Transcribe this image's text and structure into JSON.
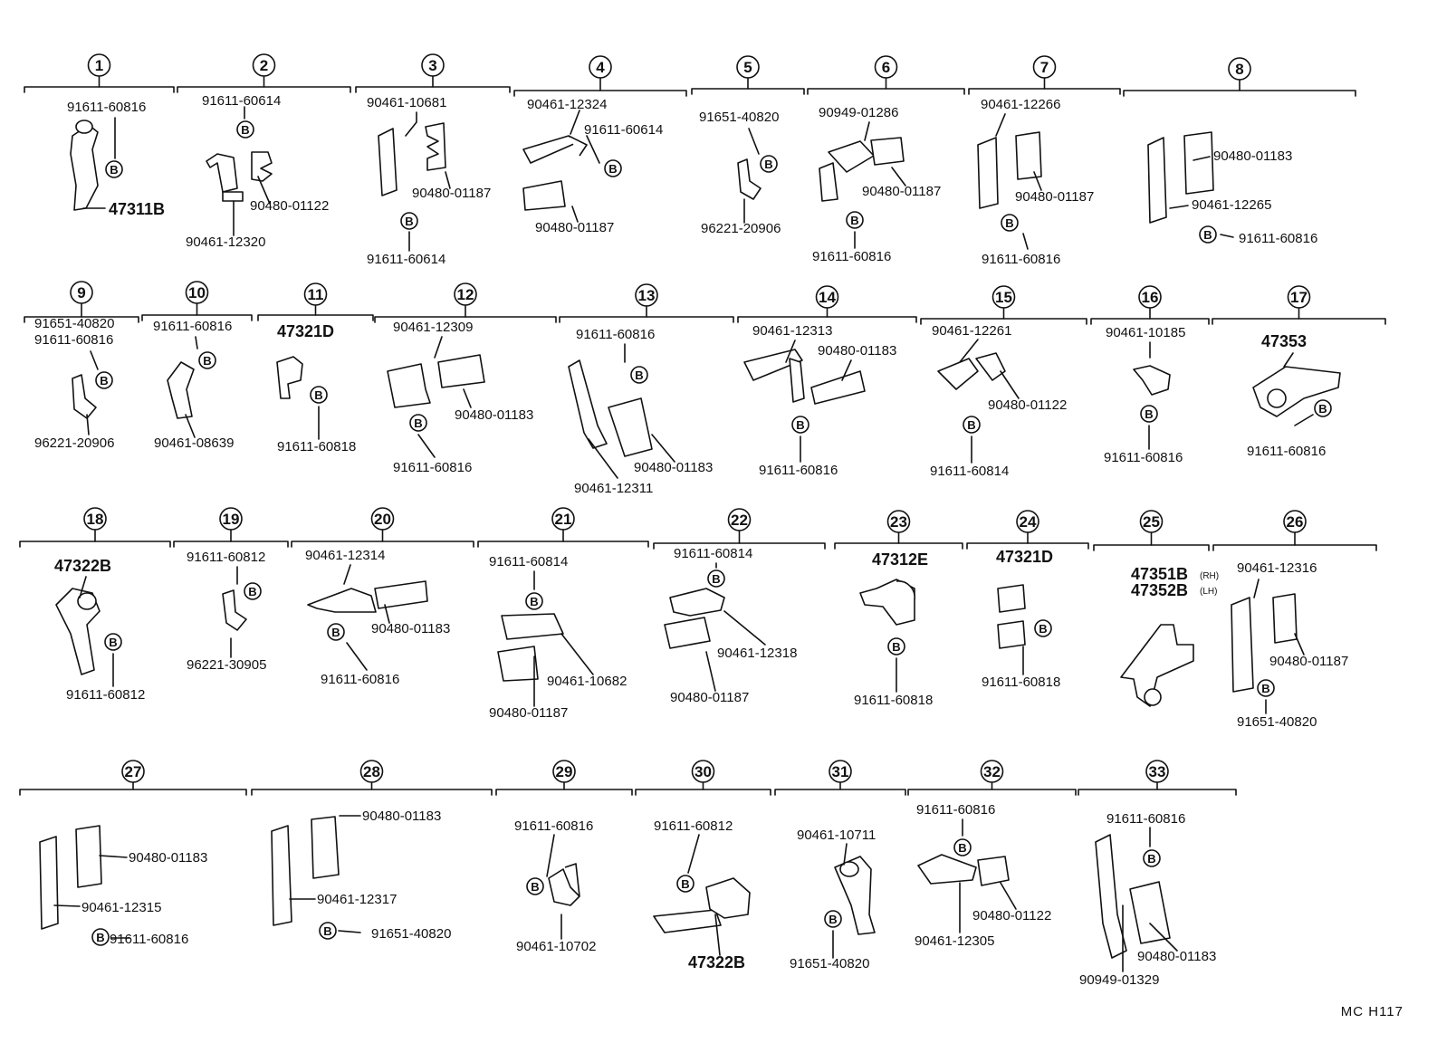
{
  "b_symbol": "B",
  "corner_code": "MC  H117",
  "items": [
    {
      "no": "1",
      "labels": [
        "91611-60816",
        "47311B"
      ]
    },
    {
      "no": "2",
      "labels": [
        "91611-60614",
        "90480-01122",
        "90461-12320"
      ]
    },
    {
      "no": "3",
      "labels": [
        "90461-10681",
        "90480-01187",
        "91611-60614"
      ]
    },
    {
      "no": "4",
      "labels": [
        "90461-12324",
        "91611-60614",
        "90480-01187"
      ]
    },
    {
      "no": "5",
      "labels": [
        "91651-40820",
        "96221-20906"
      ]
    },
    {
      "no": "6",
      "labels": [
        "90949-01286",
        "90480-01187",
        "91611-60816"
      ]
    },
    {
      "no": "7",
      "labels": [
        "90461-12266",
        "90480-01187",
        "91611-60816"
      ]
    },
    {
      "no": "8",
      "labels": [
        "90480-01183",
        "90461-12265",
        "91611-60816"
      ]
    },
    {
      "no": "9",
      "labels": [
        "91651-40820",
        "91611-60816",
        "96221-20906"
      ]
    },
    {
      "no": "10",
      "labels": [
        "91611-60816",
        "90461-08639"
      ]
    },
    {
      "no": "11",
      "labels": [
        "47321D",
        "91611-60818"
      ]
    },
    {
      "no": "12",
      "labels": [
        "90461-12309",
        "90480-01183",
        "91611-60816"
      ]
    },
    {
      "no": "13",
      "labels": [
        "91611-60816",
        "90480-01183",
        "90461-12311"
      ]
    },
    {
      "no": "14",
      "labels": [
        "90461-12313",
        "90480-01183",
        "91611-60816"
      ]
    },
    {
      "no": "15",
      "labels": [
        "90461-12261",
        "90480-01122",
        "91611-60814"
      ]
    },
    {
      "no": "16",
      "labels": [
        "90461-10185",
        "91611-60816"
      ]
    },
    {
      "no": "17",
      "labels": [
        "47353",
        "91611-60816"
      ]
    },
    {
      "no": "18",
      "labels": [
        "47322B",
        "91611-60812"
      ]
    },
    {
      "no": "19",
      "labels": [
        "91611-60812",
        "96221-30905"
      ]
    },
    {
      "no": "20",
      "labels": [
        "90461-12314",
        "90480-01183",
        "91611-60816"
      ]
    },
    {
      "no": "21",
      "labels": [
        "91611-60814",
        "90461-10682",
        "90480-01187"
      ]
    },
    {
      "no": "22",
      "labels": [
        "91611-60814",
        "90461-12318",
        "90480-01187"
      ]
    },
    {
      "no": "23",
      "labels": [
        "47312E",
        "91611-60818"
      ]
    },
    {
      "no": "24",
      "labels": [
        "47321D",
        "91611-60818"
      ]
    },
    {
      "no": "25",
      "labels": [
        "47351B",
        "(RH)",
        "47352B",
        "(LH)"
      ]
    },
    {
      "no": "26",
      "labels": [
        "90461-12316",
        "90480-01187",
        "91651-40820"
      ]
    },
    {
      "no": "27",
      "labels": [
        "90480-01183",
        "90461-12315",
        "91611-60816"
      ]
    },
    {
      "no": "28",
      "labels": [
        "90480-01183",
        "90461-12317",
        "91651-40820"
      ]
    },
    {
      "no": "29",
      "labels": [
        "91611-60816",
        "90461-10702"
      ]
    },
    {
      "no": "30",
      "labels": [
        "91611-60812",
        "47322B"
      ]
    },
    {
      "no": "31",
      "labels": [
        "90461-10711",
        "91651-40820"
      ]
    },
    {
      "no": "32",
      "labels": [
        "91611-60816",
        "90480-01122",
        "90461-12305"
      ]
    },
    {
      "no": "33",
      "labels": [
        "91611-60816",
        "90480-01183",
        "90949-01329"
      ]
    }
  ]
}
